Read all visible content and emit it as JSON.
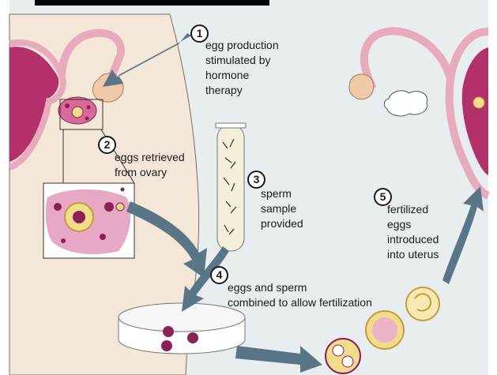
{
  "steps": [
    {
      "number": "1",
      "label": "egg production\nstimulated by\nhormone\ntherapy"
    },
    {
      "number": "2",
      "label": "eggs retrieved\nfrom ovary"
    },
    {
      "number": "3",
      "label": "sperm\nsample\nprovided"
    },
    {
      "number": "4",
      "label": "eggs and sperm\ncombined to allow fertilization"
    },
    {
      "number": "5",
      "label": "fertilized\neggs\nintroduced\ninto uterus"
    }
  ],
  "colors": {
    "background": "#e8eef0",
    "body_silhouette": "#f5e7d7",
    "uterus_pink": "#e8aabd",
    "uterus_inner": "#b3306a",
    "arrow": "#5a7686",
    "egg_purple": "#8c1f53",
    "egg_yellow": "#f1dc8c",
    "top_bar": "#000000"
  }
}
